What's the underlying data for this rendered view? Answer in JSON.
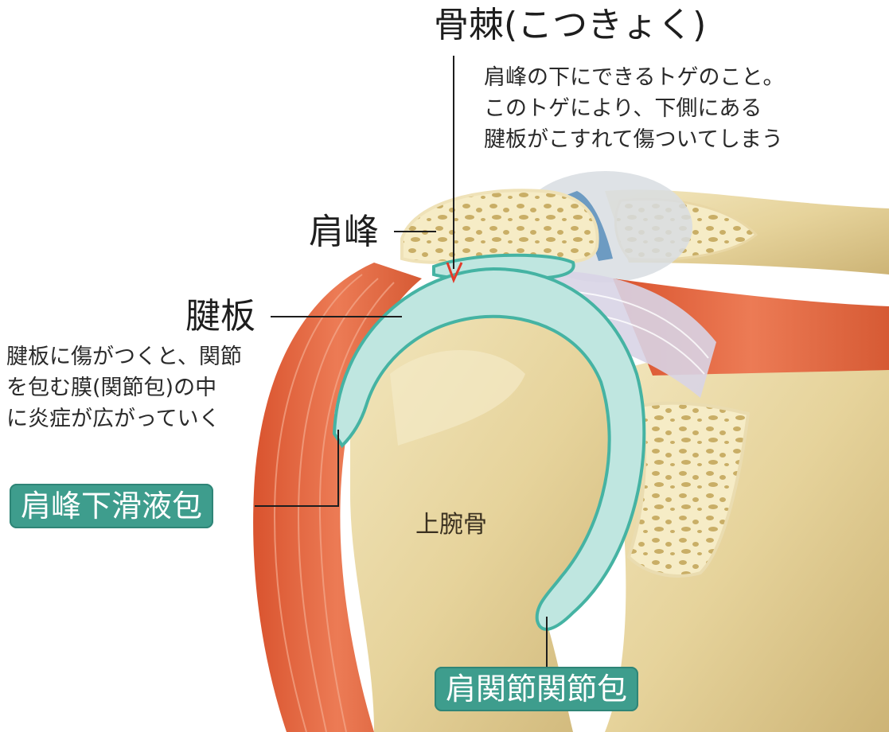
{
  "labels": {
    "osteophyte": "骨棘(こつきょく)",
    "osteophyte_note": "肩峰の下にできるトゲのこと。\nこのトゲにより、下側にある\n腱板がこすれて傷ついてしまう",
    "acromion": "肩峰",
    "rotator_cuff": "腱板",
    "rotator_cuff_note": "腱板に傷がつくと、関節\nを包む膜(関節包)の中\nに炎症が広がっていく",
    "subacromial_bursa": "肩峰下滑液包",
    "humerus": "上腕骨",
    "joint_capsule": "肩関節関節包"
  },
  "colors": {
    "bone": "#e9d8a3",
    "bone_shade": "#d6bf82",
    "bone_spot": "#c7ad6b",
    "muscle": "#e2643e",
    "bursa": "#bfe6e0",
    "bursa_edge": "#45b3a3",
    "tag_bg": "#3e9d8d",
    "spur_mark": "#e23a2a"
  }
}
